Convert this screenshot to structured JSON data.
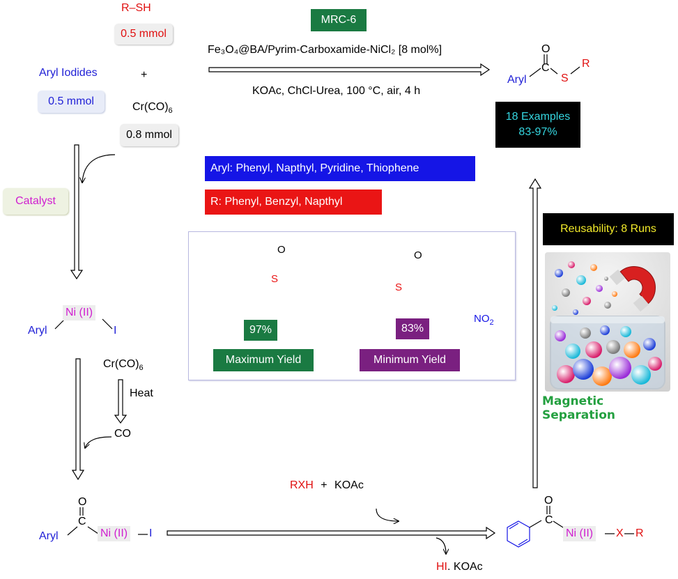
{
  "reactants": {
    "thiol": "R–SH",
    "thiol_amount": "0.5 mmol",
    "aryl_iodides": "Aryl Iodides",
    "aryl_amount": "0.5 mmol",
    "plus": "+",
    "cr_co_base": "Cr(CO)",
    "cr_co_sub": "6",
    "cr_amount": "0.8 mmol"
  },
  "conditions": {
    "mrc_label": "MRC-6",
    "catalyst_line": "Fe₃O₄@BA/Pyrim-Carboxamide-NiCl₂ [8 mol%]",
    "conditions_line": "KOAc, ChCl-Urea, 100 °C, air, 4 h"
  },
  "product": {
    "aryl": "Aryl",
    "C": "C",
    "O": "O",
    "S": "S",
    "R": "R"
  },
  "examples": {
    "line1": "18 Examples",
    "line2": "83-97%"
  },
  "scope": {
    "aryl_scope": "Aryl: Phenyl, Napthyl, Pyridine, Thiophene",
    "r_scope": "R: Phenyl, Benzyl, Napthyl"
  },
  "catalyst_label": "Catalyst",
  "intermediate1": {
    "ni": "Ni (II)",
    "aryl": "Aryl",
    "iodide": "I"
  },
  "co_step": {
    "cr_base": "Cr(CO)",
    "cr_sub": "6",
    "heat": "Heat",
    "co": "CO"
  },
  "intermediate2": {
    "aryl": "Aryl",
    "C": "C",
    "O": "O",
    "ni": "Ni (II)",
    "iodide": "I"
  },
  "rxh_step": {
    "rxh": "RXH",
    "plus": "+",
    "koac": "KOAc",
    "hi": "HI",
    "hi_rest": ". KOAc"
  },
  "intermediate3": {
    "O": "O",
    "C": "C",
    "ni": "Ni (II)",
    "X": "X",
    "R": "R"
  },
  "panel": {
    "max_yield": "97%",
    "max_label": "Maximum Yield",
    "min_yield": "83%",
    "min_label": "Minimum Yield",
    "O1": "O",
    "S1": "S",
    "O2": "O",
    "S2": "S",
    "no2_base": "NO",
    "no2_sub": "2"
  },
  "reusability": "Reusability: 8 Runs",
  "magnetic_separation": "Magnetic Separation",
  "colors": {
    "green": "#1a7a42",
    "purple": "#7a2080",
    "blue": "#1515e6",
    "red": "#ea1515",
    "black": "#000000",
    "cyan": "#35d6e0",
    "yellow": "#f2ea2a"
  }
}
